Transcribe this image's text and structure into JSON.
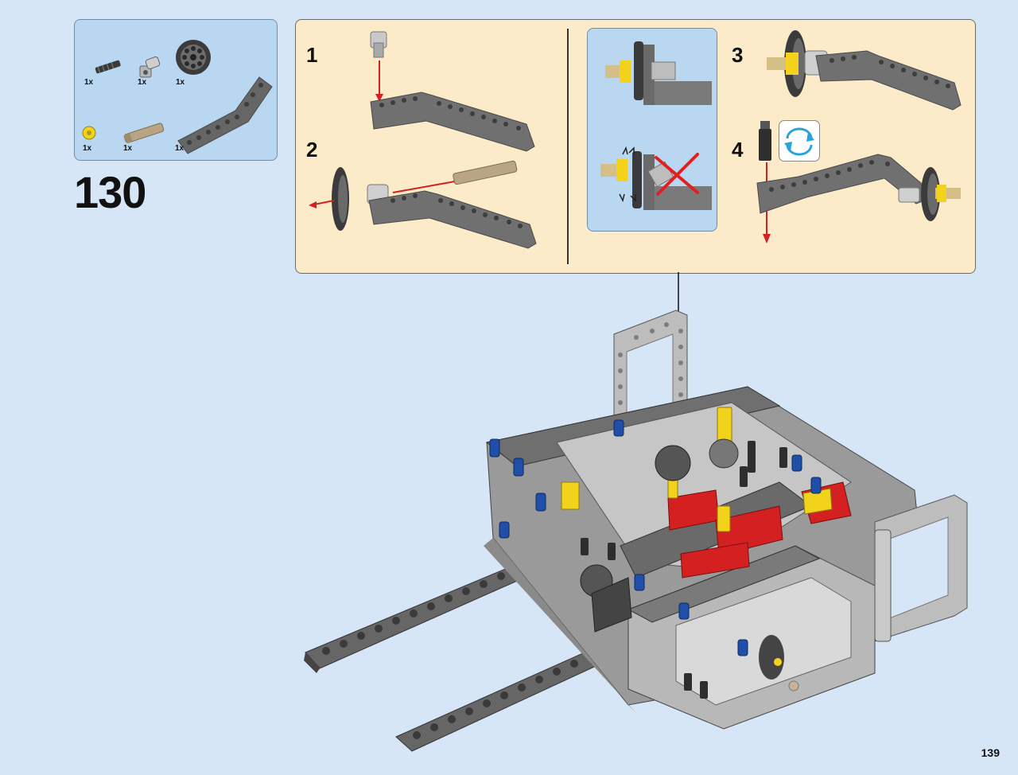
{
  "step": {
    "number": "130"
  },
  "parts": [
    {
      "icon": "axle-icon",
      "qty": "1x"
    },
    {
      "icon": "angle-connector-icon",
      "qty": "1x"
    },
    {
      "icon": "pulley-wheel-icon",
      "qty": "1x"
    },
    {
      "icon": "bush-icon",
      "qty": "1x"
    },
    {
      "icon": "axle-pin-icon",
      "qty": "1x"
    },
    {
      "icon": "angled-beam-icon",
      "qty": "1x"
    }
  ],
  "substeps": [
    "1",
    "2",
    "3",
    "4"
  ],
  "tip": {
    "icons": [
      "correct-assembly-icon",
      "wrong-assembly-icon",
      "red-cross-icon"
    ]
  },
  "page": {
    "number": "139"
  },
  "colors": {
    "background": "#d6e6f7",
    "callout": "#fcebc9",
    "parts_box": "#b9d7f1",
    "arrow": "#d62020",
    "beam": "#6e6e6e",
    "light_gray": "#c8c8c8",
    "yellow": "#f2d21b",
    "red": "#d42020",
    "blue": "#1f4fa8"
  }
}
